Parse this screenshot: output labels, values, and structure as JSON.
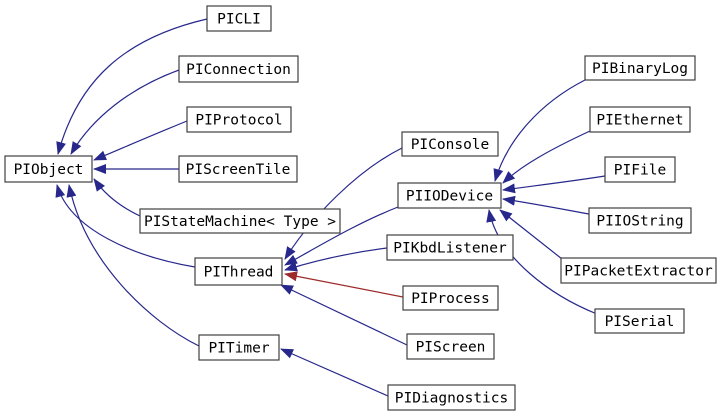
{
  "diagram": {
    "kind": "class-inheritance-graph",
    "colors": {
      "background": "#ffffff",
      "node_fill": "#ffffff",
      "node_border": "#404040",
      "node_text": "#000000",
      "edge_blue": "#28288c",
      "edge_red": "#9e2a2a"
    },
    "nodes": [
      {
        "id": "PIObject",
        "label": "PIObject"
      },
      {
        "id": "PICLI",
        "label": "PICLI"
      },
      {
        "id": "PIConnection",
        "label": "PIConnection"
      },
      {
        "id": "PIProtocol",
        "label": "PIProtocol"
      },
      {
        "id": "PIScreenTile",
        "label": "PIScreenTile"
      },
      {
        "id": "PIStateMachine",
        "label": "PIStateMachine< Type >"
      },
      {
        "id": "PIThread",
        "label": "PIThread"
      },
      {
        "id": "PITimer",
        "label": "PITimer"
      },
      {
        "id": "PIConsole",
        "label": "PIConsole"
      },
      {
        "id": "PIIODevice",
        "label": "PIIODevice"
      },
      {
        "id": "PIKbdListener",
        "label": "PIKbdListener"
      },
      {
        "id": "PIProcess",
        "label": "PIProcess"
      },
      {
        "id": "PIScreen",
        "label": "PIScreen"
      },
      {
        "id": "PIDiagnostics",
        "label": "PIDiagnostics"
      },
      {
        "id": "PIBinaryLog",
        "label": "PIBinaryLog"
      },
      {
        "id": "PIEthernet",
        "label": "PIEthernet"
      },
      {
        "id": "PIFile",
        "label": "PIFile"
      },
      {
        "id": "PIIOString",
        "label": "PIIOString"
      },
      {
        "id": "PIPacketExtractor",
        "label": "PIPacketExtractor"
      },
      {
        "id": "PISerial",
        "label": "PISerial"
      }
    ],
    "edges": [
      {
        "from": "PICLI",
        "to": "PIObject",
        "color": "#28288c"
      },
      {
        "from": "PIConnection",
        "to": "PIObject",
        "color": "#28288c"
      },
      {
        "from": "PIProtocol",
        "to": "PIObject",
        "color": "#28288c"
      },
      {
        "from": "PIScreenTile",
        "to": "PIObject",
        "color": "#28288c"
      },
      {
        "from": "PIStateMachine",
        "to": "PIObject",
        "color": "#28288c"
      },
      {
        "from": "PIThread",
        "to": "PIObject",
        "color": "#28288c"
      },
      {
        "from": "PITimer",
        "to": "PIObject",
        "color": "#28288c"
      },
      {
        "from": "PIConsole",
        "to": "PIThread",
        "color": "#28288c"
      },
      {
        "from": "PIIODevice",
        "to": "PIThread",
        "color": "#28288c"
      },
      {
        "from": "PIKbdListener",
        "to": "PIThread",
        "color": "#28288c"
      },
      {
        "from": "PIProcess",
        "to": "PIThread",
        "color": "#9e2a2a"
      },
      {
        "from": "PIScreen",
        "to": "PIThread",
        "color": "#28288c"
      },
      {
        "from": "PIDiagnostics",
        "to": "PITimer",
        "color": "#28288c"
      },
      {
        "from": "PIBinaryLog",
        "to": "PIIODevice",
        "color": "#28288c"
      },
      {
        "from": "PIEthernet",
        "to": "PIIODevice",
        "color": "#28288c"
      },
      {
        "from": "PIFile",
        "to": "PIIODevice",
        "color": "#28288c"
      },
      {
        "from": "PIIOString",
        "to": "PIIODevice",
        "color": "#28288c"
      },
      {
        "from": "PIPacketExtractor",
        "to": "PIIODevice",
        "color": "#28288c"
      },
      {
        "from": "PISerial",
        "to": "PIIODevice",
        "color": "#28288c"
      }
    ]
  }
}
